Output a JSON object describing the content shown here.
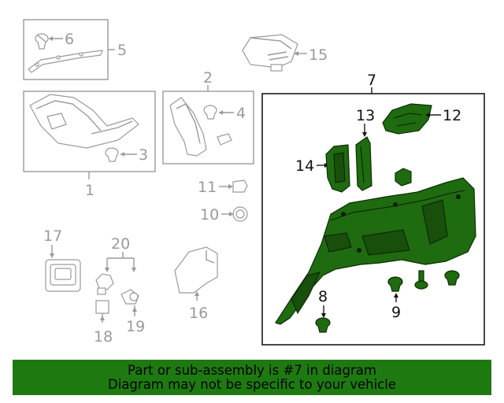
{
  "callouts": {
    "c1": "1",
    "c2": "2",
    "c3": "3",
    "c4": "4",
    "c5": "5",
    "c6": "6",
    "c7": "7",
    "c8": "8",
    "c9": "9",
    "c10": "10",
    "c11": "11",
    "c12": "12",
    "c13": "13",
    "c14": "14",
    "c15": "15",
    "c16": "16",
    "c17": "17",
    "c18": "18",
    "c19": "19",
    "c20": "20"
  },
  "banner": {
    "line1": "Part or sub-assembly is #7 in diagram",
    "line2": "Diagram may not be specific to your vehicle"
  },
  "colors": {
    "highlight": "#1f6b0f",
    "banner": "#1e7a10",
    "gray_parts": "#9a9a9a"
  }
}
